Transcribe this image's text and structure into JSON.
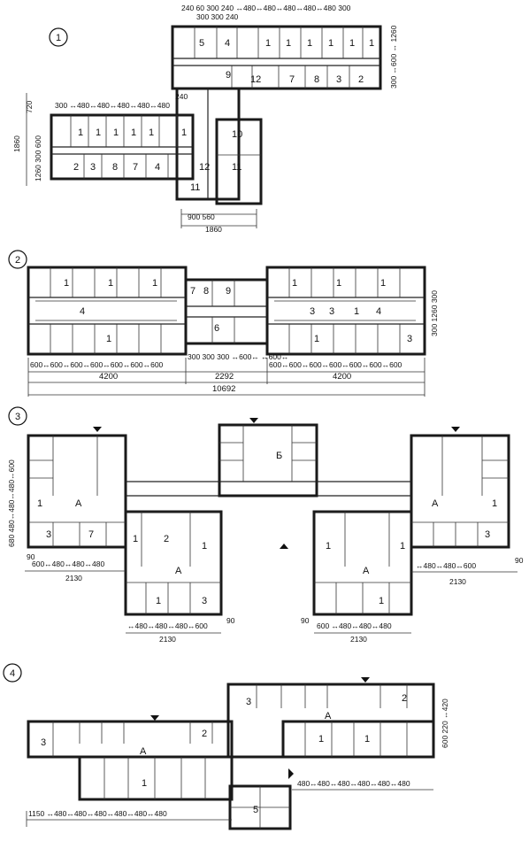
{
  "plans": [
    {
      "number": "1",
      "rooms": [
        "5",
        "4",
        "1",
        "1",
        "1",
        "1",
        "1",
        "1",
        "7",
        "8",
        "3",
        "2",
        "12",
        "9",
        "10",
        "11",
        "1",
        "1",
        "1",
        "1",
        "1",
        "1",
        "2",
        "3",
        "8",
        "7",
        "4",
        "12",
        "11"
      ],
      "dims": {
        "top_row1": "240  60  300  240 ↔480↔480↔480↔480↔480  300",
        "top_row2": "300 300  240",
        "right_col": "300 ↔600 ↔ 1260",
        "left_row": "300 ↔480↔480↔480↔480↔480",
        "left_col1": "720",
        "left_col2": "1860",
        "left_col3": "1260  300  600",
        "bottom_row": "900   560",
        "bottom_total": "1860",
        "small_240": "240"
      }
    },
    {
      "number": "2",
      "rooms": [
        "1",
        "1",
        "1",
        "1",
        "1",
        "1",
        "1",
        "7",
        "8",
        "9",
        "6",
        "4",
        "4",
        "1",
        "3",
        "3",
        "3",
        "1"
      ],
      "dims": {
        "row1": "600↔600↔600↔600↔600↔600↔600",
        "row1_mid": "300  300  300  ↔600↔  ↔600↔",
        "row1_right": "600↔600↔600↔600↔600↔600↔600",
        "totals_left": "4200",
        "totals_mid": "2292",
        "totals_right": "4200",
        "grand_total": "10692",
        "right_col": "300  1260  300"
      }
    },
    {
      "number": "3",
      "rooms": [
        "1",
        "A",
        "3",
        "7",
        "1",
        "2",
        "A",
        "1",
        "1",
        "3",
        "Б",
        "1",
        "A",
        "1",
        "1",
        "A",
        "1",
        "3"
      ],
      "dims": {
        "left_col": "680  480↔480↔480↔600",
        "left_row": "600↔480↔480↔480",
        "left_total": "2130",
        "left_small": "90",
        "bottom_left_row": "↔480↔480↔480↔600",
        "bottom_left_small": "90",
        "bottom_left_total": "2130",
        "bottom_right_small": "90",
        "bottom_right_row": "600 ↔480↔480↔480",
        "bottom_right_total": "2130",
        "right_row": "↔480↔480↔600",
        "right_small": "90",
        "right_total": "2130"
      }
    },
    {
      "number": "4",
      "rooms": [
        "3",
        "A",
        "2",
        "1",
        "3",
        "A",
        "2",
        "1",
        "1",
        "5"
      ],
      "dims": {
        "right_col": "600  220  ↔420",
        "right_row": "480↔480↔480↔480↔480↔480",
        "bottom_row": "1150  ↔480↔480↔480↔480↔480↔480"
      }
    }
  ]
}
